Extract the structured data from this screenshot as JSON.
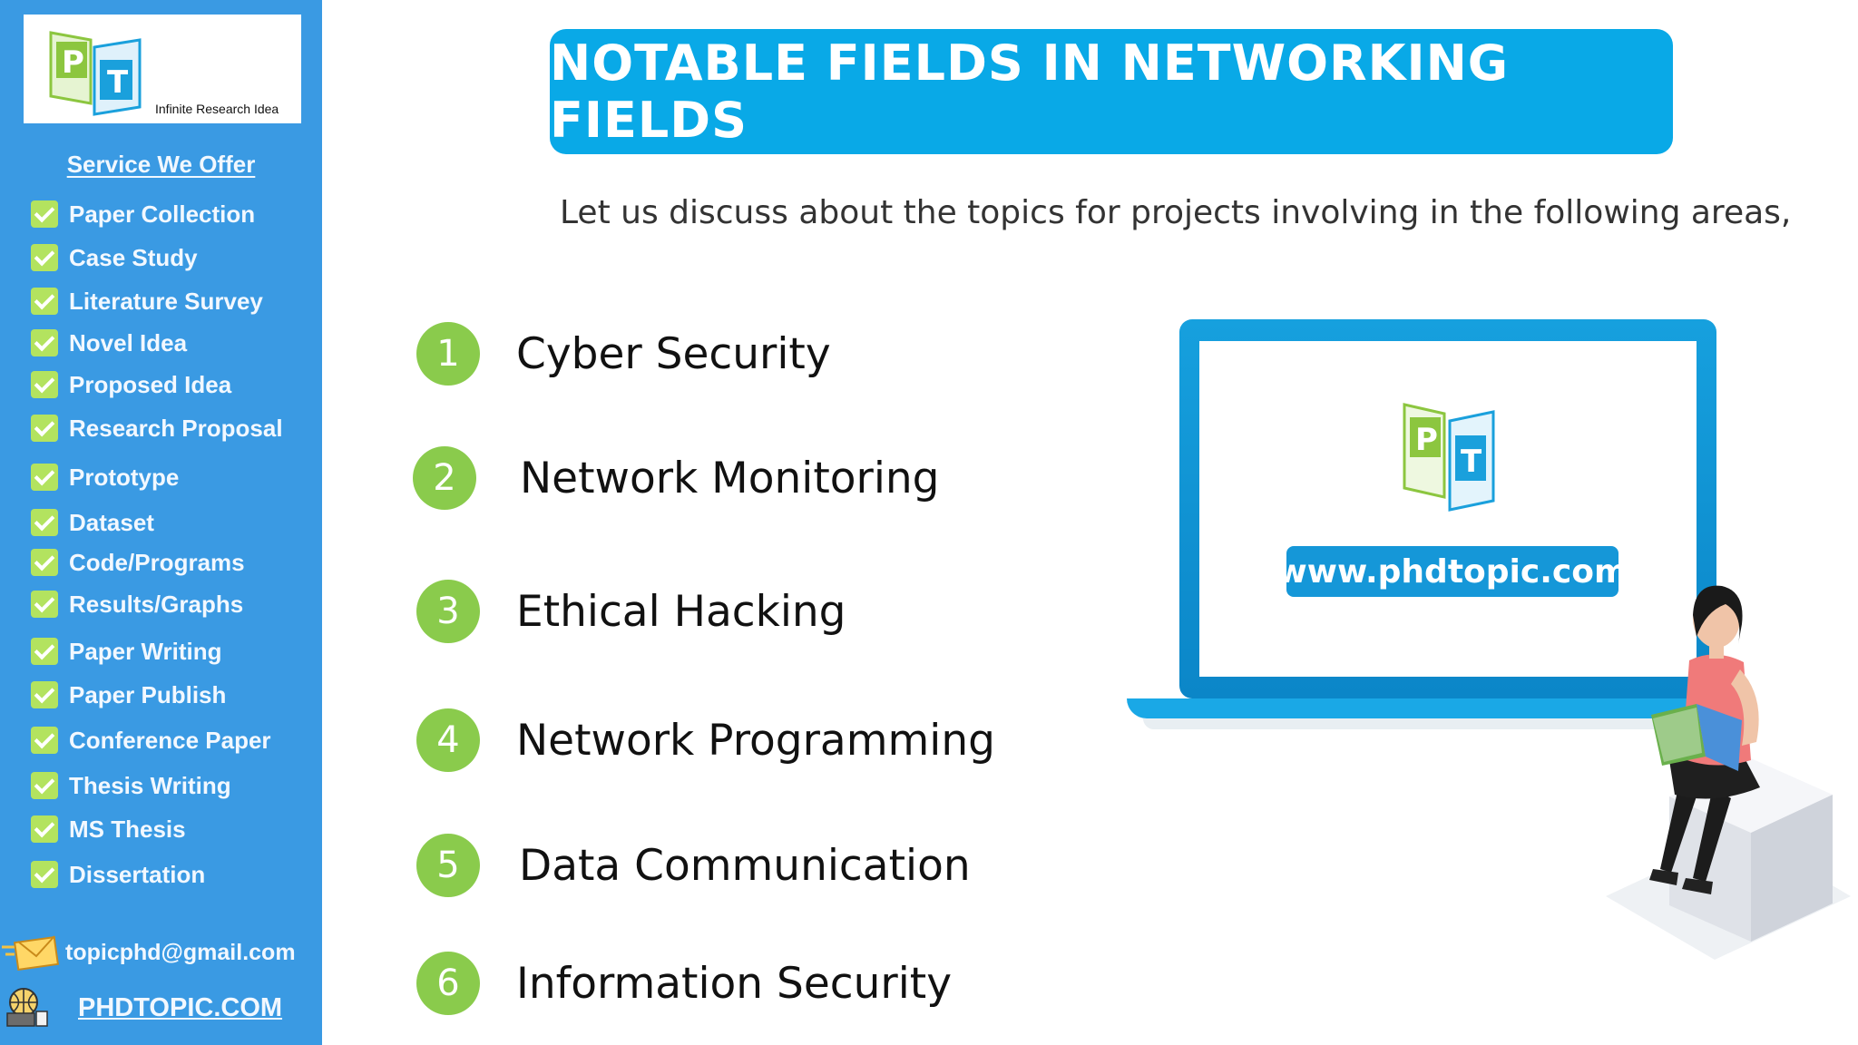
{
  "sidebar": {
    "logo": {
      "letters": [
        "P",
        "T"
      ],
      "tagline": "Infinite Research Idea"
    },
    "heading": "Service We Offer",
    "items": [
      {
        "label": "Paper Collection"
      },
      {
        "label": "Case Study"
      },
      {
        "label": "Literature Survey"
      },
      {
        "label": "Novel Idea"
      },
      {
        "label": "Proposed Idea"
      },
      {
        "label": "Research Proposal"
      },
      {
        "label": "Prototype"
      },
      {
        "label": "Dataset"
      },
      {
        "label": "Code/Programs"
      },
      {
        "label": "Results/Graphs"
      },
      {
        "label": "Paper Writing"
      },
      {
        "label": "Paper Publish"
      },
      {
        "label": "Conference Paper"
      },
      {
        "label": "Thesis Writing"
      },
      {
        "label": "MS Thesis"
      },
      {
        "label": "Dissertation"
      }
    ],
    "contact": {
      "email": "topicphd@gmail.com",
      "email_icon": "envelope-icon",
      "website": "PHDTOPIC.COM",
      "website_icon": "globe-computer-icon"
    }
  },
  "main": {
    "title": "NOTABLE FIELDS IN NETWORKING FIELDS",
    "subtitle": "Let us discuss about the topics for projects involving in the following areas,",
    "topics": [
      {
        "number": "1",
        "label": "Cyber Security"
      },
      {
        "number": "2",
        "label": "Network Monitoring"
      },
      {
        "number": "3",
        "label": "Ethical Hacking"
      },
      {
        "number": "4",
        "label": "Network Programming"
      },
      {
        "number": "5",
        "label": "Data Communication"
      },
      {
        "number": "6",
        "label": "Information Security"
      }
    ]
  },
  "illustration": {
    "url": "www.phdtopic.com",
    "logo_letters": [
      "P",
      "T"
    ]
  },
  "colors": {
    "sidebar": "#3a9ae3",
    "check": "#b3e35f",
    "title_banner": "#09a9e7",
    "number_circle": "#8acb4c",
    "url_badge": "#1597d8"
  }
}
